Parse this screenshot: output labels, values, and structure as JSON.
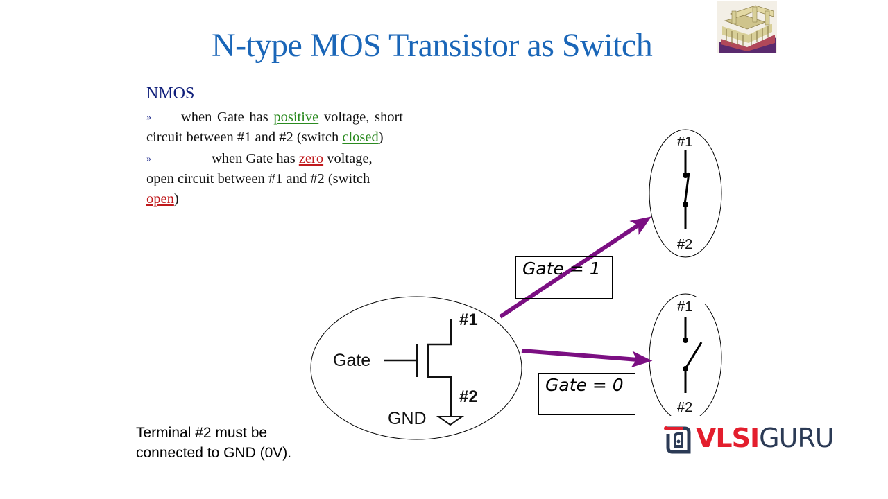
{
  "slide": {
    "title": "N-type MOS Transistor as Switch",
    "chip_image": "3d-chip-interconnect-image"
  },
  "content": {
    "heading": "NMOS",
    "bullet_glyph": "»",
    "bullets": [
      {
        "before": "when Gate has ",
        "highlight1": "positive",
        "middle": " voltage, short circuit between #1 and #2 (switch ",
        "highlight2": "closed",
        "after": ")",
        "highlight_color": "#2a8a1f"
      },
      {
        "before": "when Gate has ",
        "highlight1": "zero",
        "middle": " voltage, open circuit between #1 and #2 (switch ",
        "highlight2": "open",
        "after": ")",
        "highlight_color": "#c0191c"
      }
    ]
  },
  "diagram": {
    "transistor": {
      "gate_label": "Gate",
      "terminal1_label": "#1",
      "terminal2_label": "#2",
      "ground_label": "GND"
    },
    "closed_switch": {
      "terminal1_label": "#1",
      "terminal2_label": "#2",
      "state": "closed"
    },
    "open_switch": {
      "terminal1_label": "#1",
      "terminal2_label": "#2",
      "state": "open"
    },
    "arrow_color": "#7b0f82",
    "gate1_label": "Gate = 1",
    "gate0_label": "Gate = 0"
  },
  "footer": {
    "note_line1": "Terminal #2 must be",
    "note_line2": "connected to GND (0V).",
    "logo_part1": "VLSI",
    "logo_part2": "GURU",
    "logo_red": "#e31e2d",
    "logo_dark": "#2b3a55"
  }
}
